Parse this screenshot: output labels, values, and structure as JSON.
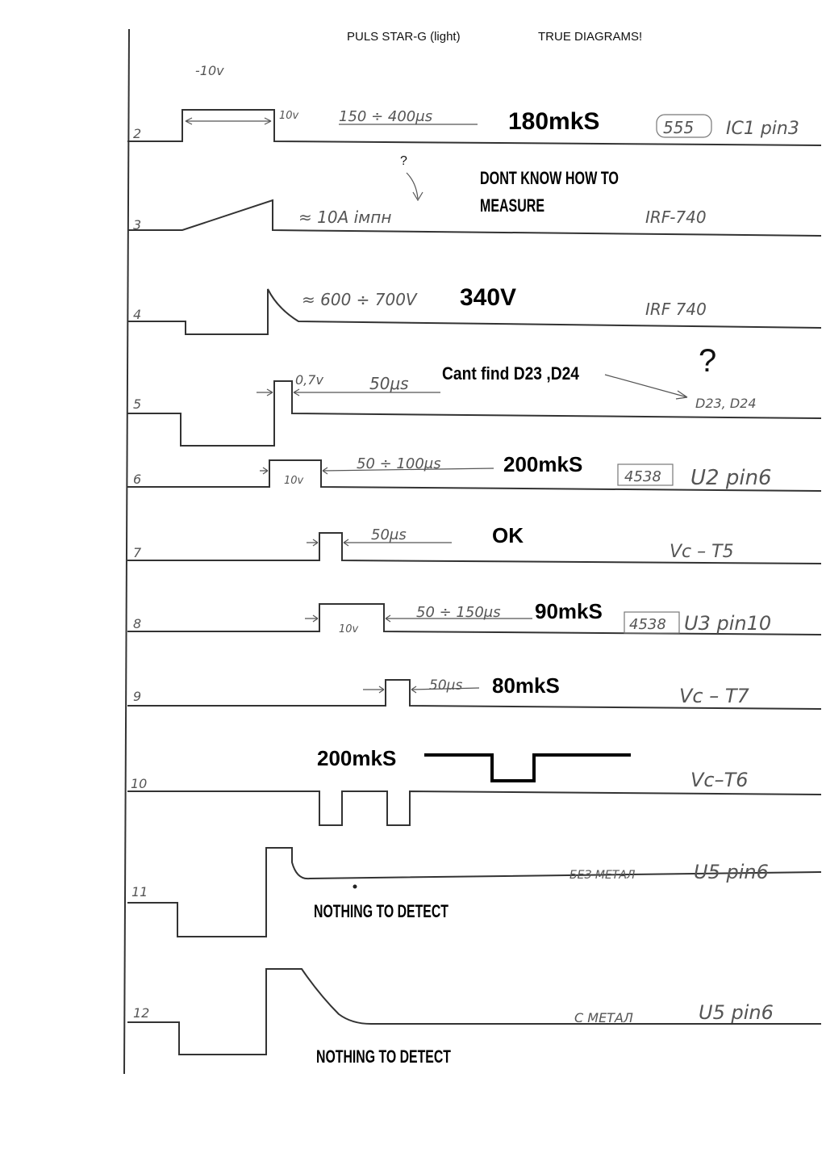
{
  "header": {
    "title": "PULS STAR-G  (light)",
    "subtitle": "TRUE DIAGRAMS!",
    "top_voltage": "-10v"
  },
  "rows": [
    {
      "id": "2",
      "number": "2",
      "hand_note": "150 ÷ 400μs",
      "amp_note": "10v",
      "typed_note": "180mkS",
      "chip": "555",
      "part": "IC1 pin3"
    },
    {
      "id": "3",
      "number": "3",
      "hand_note": "≈ 10A   імпн",
      "typed_note_1": "DONT KNOW HOW TO",
      "typed_note_2": "MEASURE",
      "question": "?",
      "part": "IRF-740"
    },
    {
      "id": "4",
      "number": "4",
      "hand_note": "≈ 600 ÷ 700V",
      "typed_note": "340V",
      "part": "IRF 740"
    },
    {
      "id": "5",
      "number": "5",
      "amp_note": "0,7v",
      "hand_note": "50μs",
      "typed_note": "Cant find  D23 ,D24",
      "question": "?",
      "part": "D23, D24"
    },
    {
      "id": "6",
      "number": "6",
      "amp_note": "10v",
      "hand_note": "50 ÷ 100μs",
      "typed_note": "200mkS",
      "chip": "4538",
      "part": "U2  pin6"
    },
    {
      "id": "7",
      "number": "7",
      "hand_note": "50μs",
      "typed_note": "OK",
      "part": "Vc – T5"
    },
    {
      "id": "8",
      "number": "8",
      "amp_note": "10v",
      "hand_note": "50 ÷ 150μs",
      "typed_note": "90mkS",
      "chip": "4538",
      "part": "U3   pin10"
    },
    {
      "id": "9",
      "number": "9",
      "hand_note": "50μs",
      "typed_note": "80mkS",
      "part": "Vc – T7"
    },
    {
      "id": "10",
      "number": "10",
      "typed_note": "200mkS",
      "part": "Vc–T6"
    },
    {
      "id": "11",
      "number": "11",
      "hand_note": "БЕЗ МЕТАЛ",
      "typed_note": "NOTHING TO DETECT",
      "part": "U5   pin6"
    },
    {
      "id": "12",
      "number": "12",
      "hand_note": "С МЕТАЛ",
      "typed_note": "NOTHING TO DETECT",
      "part": "U5  pin6"
    }
  ],
  "colors": {
    "pencil": "#333333",
    "ink": "#000000",
    "paper": "#ffffff"
  }
}
